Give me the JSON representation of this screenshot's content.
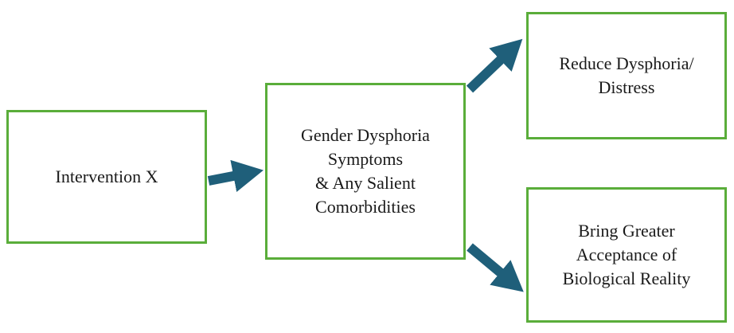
{
  "diagram": {
    "nodes": [
      {
        "id": "intervention",
        "label": "Intervention X"
      },
      {
        "id": "symptoms",
        "label": "Gender Dysphoria\nSymptoms\n& Any Salient\nComorbidities"
      },
      {
        "id": "reduce",
        "label": "Reduce Dysphoria/\nDistress"
      },
      {
        "id": "bring",
        "label": "Bring Greater\nAcceptance of\nBiological Reality"
      }
    ],
    "edges": [
      {
        "from": "intervention",
        "to": "symptoms"
      },
      {
        "from": "symptoms",
        "to": "reduce"
      },
      {
        "from": "symptoms",
        "to": "bring"
      }
    ],
    "colors": {
      "box_border": "#5aad3a",
      "arrow": "#1f5f7a",
      "text": "#1a1a1a"
    }
  }
}
